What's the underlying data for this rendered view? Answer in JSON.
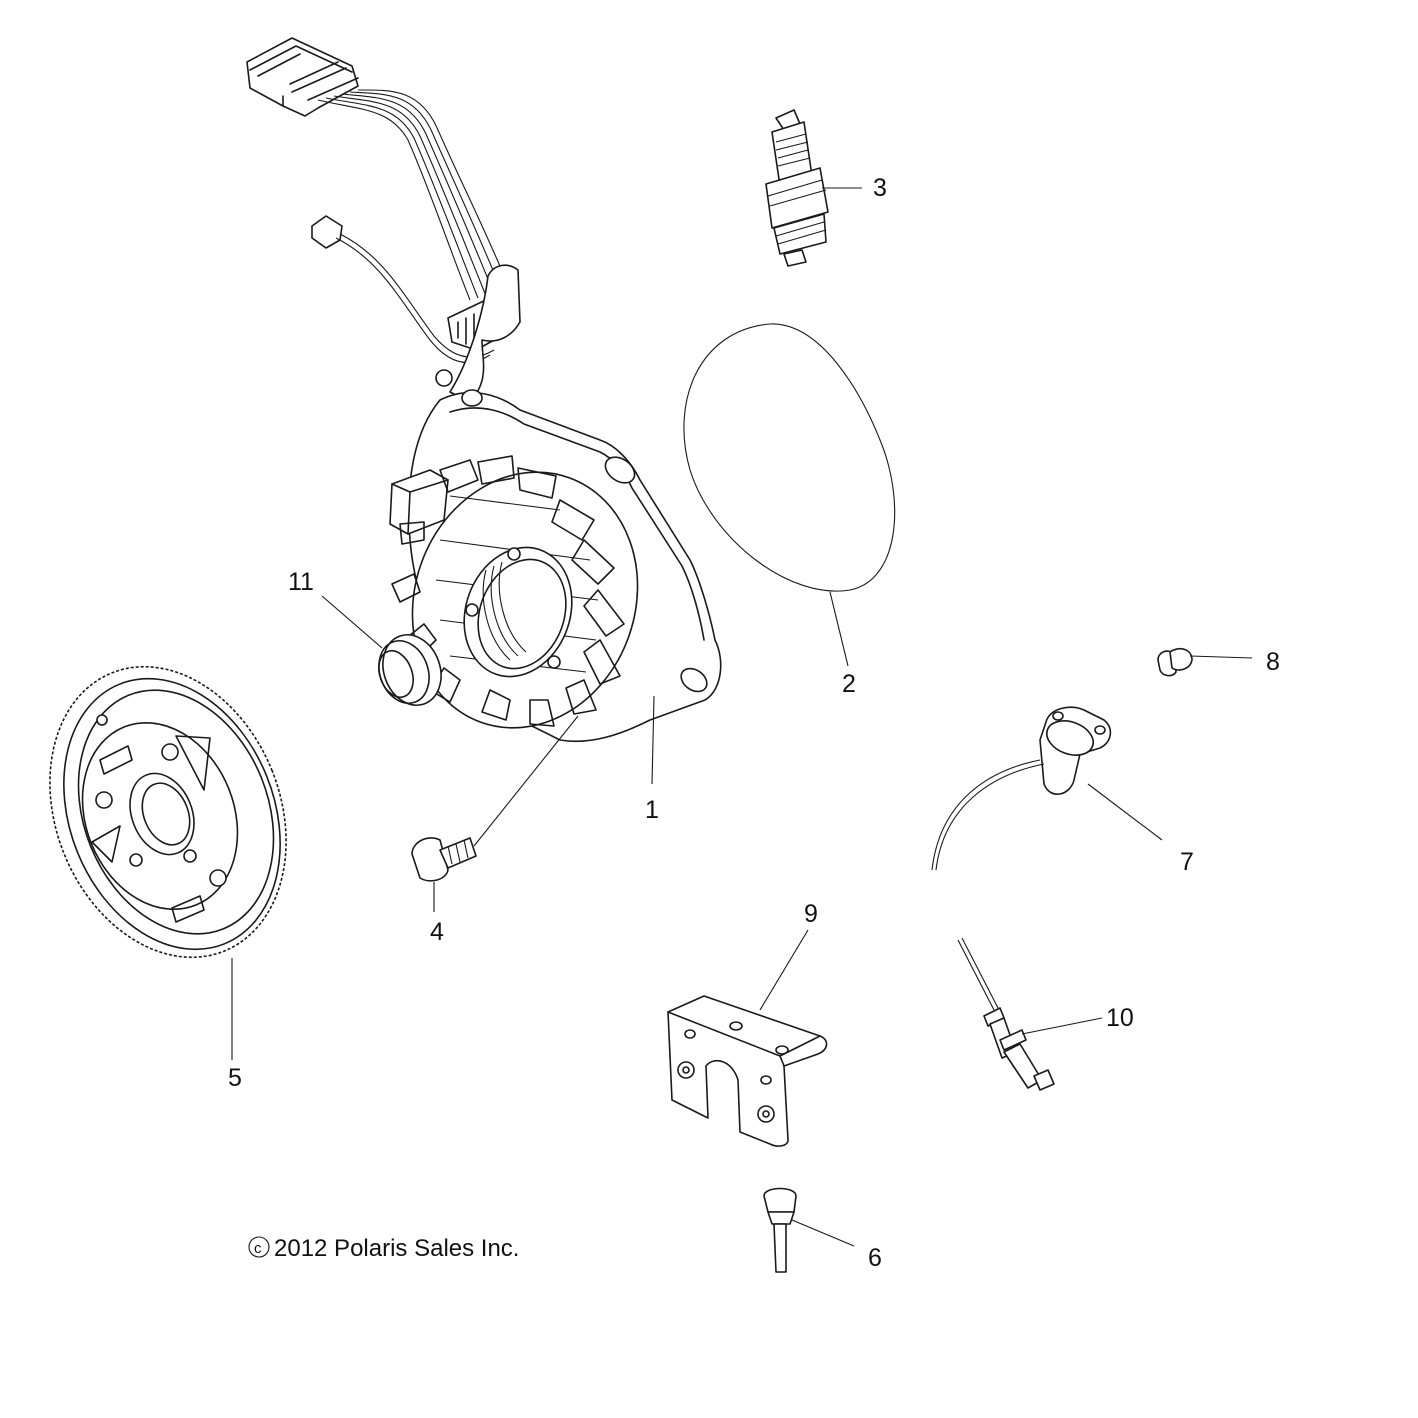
{
  "diagram": {
    "callouts": [
      "1",
      "2",
      "3",
      "4",
      "5",
      "6",
      "7",
      "8",
      "9",
      "10",
      "11"
    ],
    "copyright": "2012 Polaris Sales Inc.",
    "copyright_symbol": "c",
    "line_color": "#1a1a1a",
    "background": "#ffffff"
  }
}
